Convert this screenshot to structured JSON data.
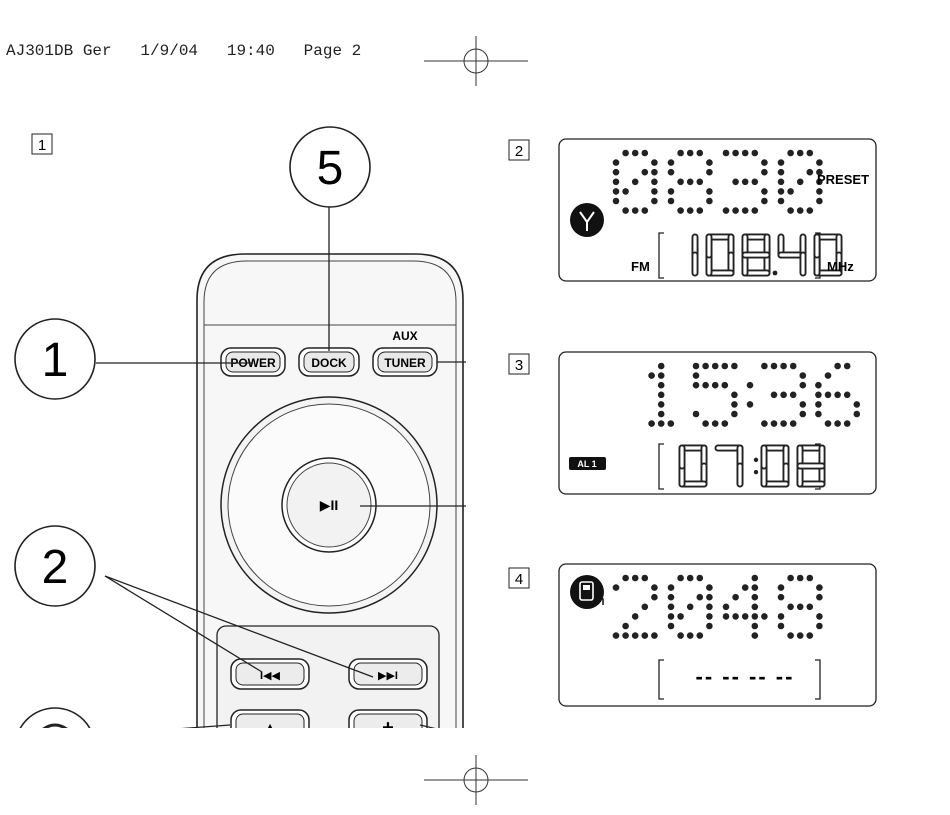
{
  "header": {
    "print_info": "AJ301DB Ger   1/9/04   19:40   Page 2"
  },
  "figures": [
    {
      "number": "1"
    },
    {
      "number": "2"
    },
    {
      "number": "3"
    },
    {
      "number": "4"
    }
  ],
  "callouts": [
    {
      "number": "5"
    },
    {
      "number": "1"
    },
    {
      "number": "2"
    }
  ],
  "remote": {
    "aux_label": "AUX",
    "buttons": {
      "power": "POWER",
      "dock": "DOCK",
      "tuner": "TUNER",
      "play_pause": "▶II",
      "prev": "I◀◀",
      "next": "▶▶I",
      "up": "▲",
      "plus": "+"
    }
  },
  "displays": {
    "d2": {
      "main": "0830",
      "preset_label": "PRESET",
      "band": "FM",
      "frequency": "108.40",
      "unit": "MHz",
      "icon": "antenna-icon"
    },
    "d3": {
      "main": "15:36",
      "alarm_badge": "AL 1",
      "secondary": "07:08"
    },
    "d4": {
      "main": "2048",
      "secondary": "-- -- -- --",
      "icon": "ipod-icon"
    }
  }
}
